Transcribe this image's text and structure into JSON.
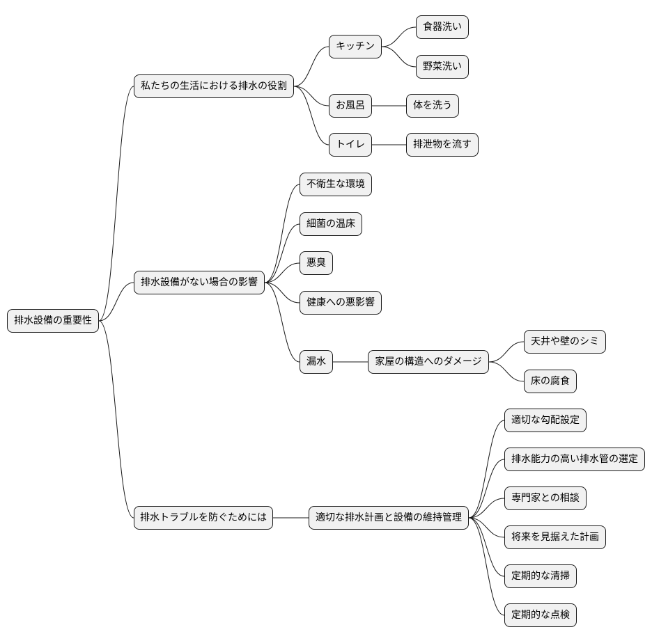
{
  "diagram": {
    "label": "排水設備の重要性",
    "children": [
      {
        "label": "私たちの生活における排水の役割",
        "children": [
          {
            "label": "キッチン",
            "children": [
              {
                "label": "食器洗い"
              },
              {
                "label": "野菜洗い"
              }
            ]
          },
          {
            "label": "お風呂",
            "children": [
              {
                "label": "体を洗う"
              }
            ]
          },
          {
            "label": "トイレ",
            "children": [
              {
                "label": "排泄物を流す"
              }
            ]
          }
        ]
      },
      {
        "label": "排水設備がない場合の影響",
        "children": [
          {
            "label": "不衛生な環境"
          },
          {
            "label": "細菌の温床"
          },
          {
            "label": "悪臭"
          },
          {
            "label": "健康への悪影響"
          },
          {
            "label": "漏水",
            "children": [
              {
                "label": "家屋の構造へのダメージ",
                "children": [
                  {
                    "label": "天井や壁のシミ"
                  },
                  {
                    "label": "床の腐食"
                  }
                ]
              }
            ]
          }
        ]
      },
      {
        "label": "排水トラブルを防ぐためには",
        "children": [
          {
            "label": "適切な排水計画と設備の維持管理",
            "children": [
              {
                "label": "適切な勾配設定"
              },
              {
                "label": "排水能力の高い排水管の選定"
              },
              {
                "label": "専門家との相談"
              },
              {
                "label": "将来を見据えた計画"
              },
              {
                "label": "定期的な清掃"
              },
              {
                "label": "定期的な点検"
              }
            ]
          }
        ]
      }
    ]
  },
  "style": {
    "node_fill": "#f1f1f1",
    "node_border": "#181818",
    "line_color": "#181818",
    "text_color": "#000000"
  }
}
